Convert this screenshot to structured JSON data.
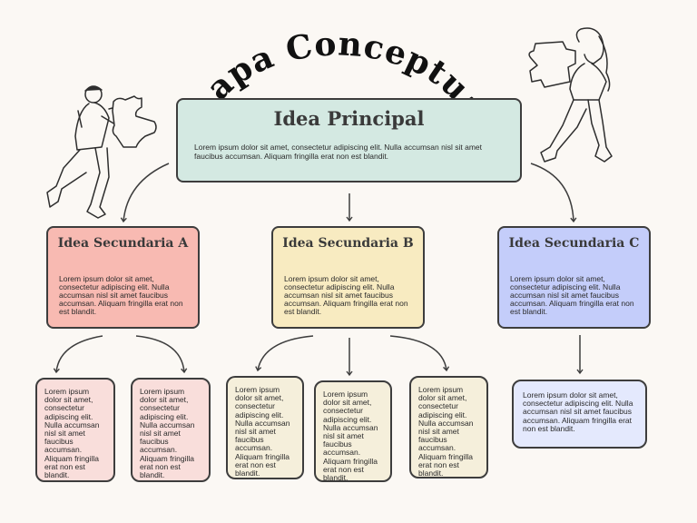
{
  "title": "Mapa Conceptual",
  "main": {
    "title": "Idea Principal",
    "text": "Lorem ipsum dolor sit amet, consectetur adipiscing elit. Nulla accumsan nisl sit amet faucibus accumsan. Aliquam fringilla erat non est blandit."
  },
  "secondary": [
    {
      "title": "Idea Secundaria A",
      "text": "Lorem ipsum dolor sit amet, consectetur adipiscing elit. Nulla accumsan nisl sit amet faucibus accumsan. Aliquam fringilla erat non est blandit."
    },
    {
      "title": "Idea Secundaria B",
      "text": "Lorem ipsum dolor sit amet, consectetur adipiscing elit. Nulla accumsan nisl sit amet faucibus accumsan. Aliquam fringilla erat non est blandit."
    },
    {
      "title": "Idea Secundaria C",
      "text": "Lorem ipsum dolor sit amet, consectetur adipiscing elit. Nulla accumsan nisl sit amet faucibus accumsan. Aliquam fringilla erat non est blandit."
    }
  ],
  "leaves": {
    "a1": "Lorem ipsum dolor sit amet, consectetur adipiscing elit. Nulla accumsan nisl sit amet faucibus accumsan. Aliquam fringilla erat non est blandit.",
    "a2": "Lorem ipsum dolor sit amet, consectetur adipiscing elit. Nulla accumsan nisl sit amet faucibus accumsan. Aliquam fringilla erat non est blandit.",
    "b1": "Lorem ipsum dolor sit amet, consectetur adipiscing elit. Nulla accumsan nisl sit amet faucibus accumsan. Aliquam fringilla erat non est blandit.",
    "b2": "Lorem ipsum dolor sit amet, consectetur adipiscing elit. Nulla accumsan nisl sit amet faucibus accumsan. Aliquam fringilla erat non est blandit.",
    "b3": "Lorem ipsum dolor sit amet, consectetur adipiscing elit. Nulla accumsan nisl sit amet faucibus accumsan. Aliquam fringilla erat non est blandit.",
    "c1": "Lorem ipsum dolor sit amet, consectetur adipiscing elit. Nulla accumsan nisl sit amet faucibus accumsan. Aliquam fringilla erat non est blandit."
  },
  "colors": {
    "background": "#fbf8f4",
    "main": "#d4e9e2",
    "secondary_a": "#f8bab2",
    "secondary_b": "#f8ebc1",
    "secondary_c": "#c4cdfa",
    "leaf_a": "#f9dedb",
    "leaf_b": "#f5efdb",
    "leaf_c": "#e4e9fd",
    "outline": "#3d3d3d"
  },
  "icons": [
    "person-with-puzzle-left-icon",
    "person-with-puzzle-right-icon"
  ]
}
